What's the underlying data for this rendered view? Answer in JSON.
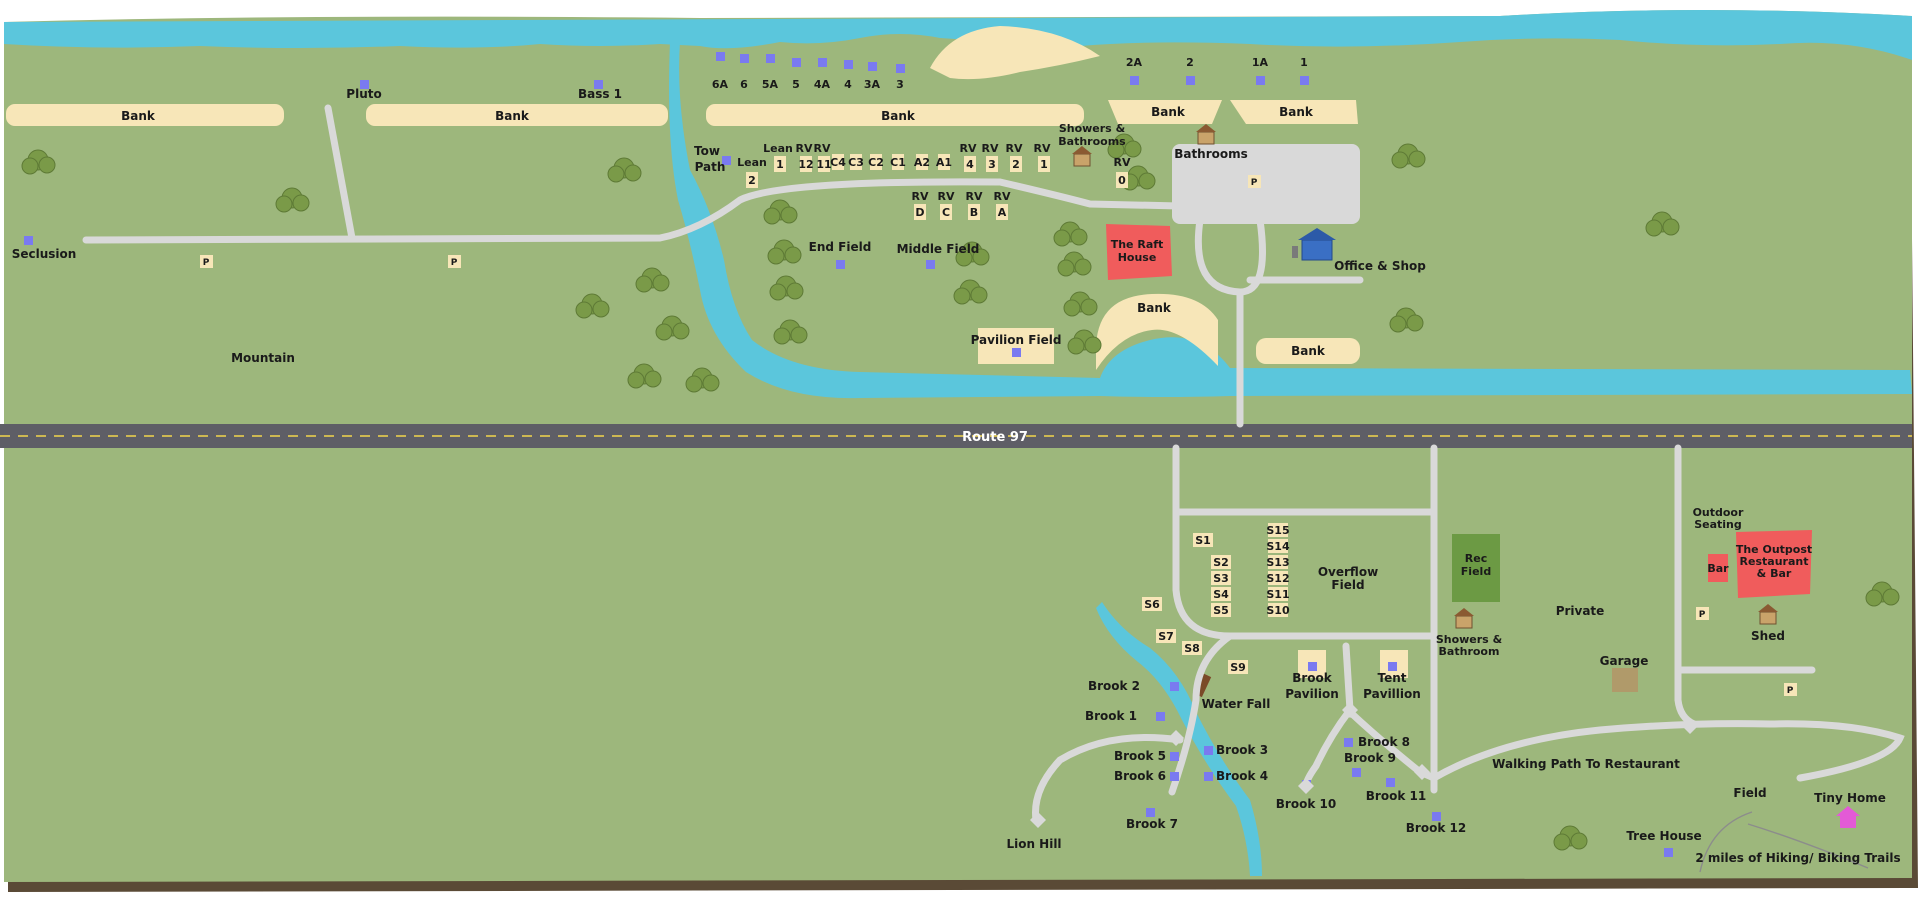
{
  "road": {
    "name": "Route 97"
  },
  "colors": {
    "grass": "#9db77c",
    "water": "#5bc6dc",
    "sand": "#f7e6b8",
    "path": "#d9d9d9",
    "road": "#5e5e66",
    "building_red": "#f05c5c",
    "site_marker": "#7a7af0",
    "tree": "#7a9a48",
    "edge": "#5a4a36"
  },
  "banks": [
    {
      "label": "Bank"
    },
    {
      "label": "Bank"
    },
    {
      "label": "Bank"
    },
    {
      "label": "Bank"
    },
    {
      "label": "Bank"
    },
    {
      "label": "Bank"
    },
    {
      "label": "Bank"
    }
  ],
  "areas": [
    {
      "label": "Mountain"
    },
    {
      "label": "Seclusion"
    },
    {
      "label": "Pluto"
    },
    {
      "label": "Bass 1"
    },
    {
      "label": "Tow"
    },
    {
      "label": "Path"
    },
    {
      "label": "End Field"
    },
    {
      "label": "Middle Field"
    },
    {
      "label": "Pavilion Field"
    },
    {
      "label": "Showers &"
    },
    {
      "label": "Bathrooms"
    },
    {
      "label": "Bathrooms"
    },
    {
      "label": "Office & Shop"
    },
    {
      "label": "Overflow"
    },
    {
      "label": "Field"
    },
    {
      "label": "Showers &"
    },
    {
      "label": "Bathroom"
    },
    {
      "label": "Private"
    },
    {
      "label": "Outdoor"
    },
    {
      "label": "Seating"
    },
    {
      "label": "Shed"
    },
    {
      "label": "Garage"
    },
    {
      "label": "Walking Path To Restaurant"
    },
    {
      "label": "Field"
    },
    {
      "label": "Tiny Home"
    },
    {
      "label": "Tree House"
    },
    {
      "label": "2 miles of Hiking/ Biking Trails"
    },
    {
      "label": "Water Fall"
    },
    {
      "label": "Brook"
    },
    {
      "label": "Pavilion"
    },
    {
      "label": "Tent"
    },
    {
      "label": "Pavillion"
    },
    {
      "label": "Lion Hill"
    }
  ],
  "river_sites": [
    {
      "label": "6A"
    },
    {
      "label": "6"
    },
    {
      "label": "5A"
    },
    {
      "label": "5"
    },
    {
      "label": "4A"
    },
    {
      "label": "4"
    },
    {
      "label": "3A"
    },
    {
      "label": "3"
    },
    {
      "label": "2A"
    },
    {
      "label": "2"
    },
    {
      "label": "1A"
    },
    {
      "label": "1"
    }
  ],
  "rv_sites": [
    {
      "label": "Lean"
    },
    {
      "label": "2"
    },
    {
      "label": "Lean"
    },
    {
      "label": "1"
    },
    {
      "label": "RV"
    },
    {
      "label": "12"
    },
    {
      "label": "RV"
    },
    {
      "label": "11"
    },
    {
      "label": "C4"
    },
    {
      "label": "C3"
    },
    {
      "label": "C2"
    },
    {
      "label": "C1"
    },
    {
      "label": "A2"
    },
    {
      "label": "A1"
    },
    {
      "label": "RV"
    },
    {
      "label": "4"
    },
    {
      "label": "RV"
    },
    {
      "label": "3"
    },
    {
      "label": "RV"
    },
    {
      "label": "2"
    },
    {
      "label": "RV"
    },
    {
      "label": "1"
    },
    {
      "label": "RV"
    },
    {
      "label": "0"
    },
    {
      "label": "RV"
    },
    {
      "label": "D"
    },
    {
      "label": "RV"
    },
    {
      "label": "C"
    },
    {
      "label": "RV"
    },
    {
      "label": "B"
    },
    {
      "label": "RV"
    },
    {
      "label": "A"
    }
  ],
  "s_sites": [
    {
      "label": "S1"
    },
    {
      "label": "S2"
    },
    {
      "label": "S3"
    },
    {
      "label": "S4"
    },
    {
      "label": "S5"
    },
    {
      "label": "S6"
    },
    {
      "label": "S7"
    },
    {
      "label": "S8"
    },
    {
      "label": "S9"
    },
    {
      "label": "S10"
    },
    {
      "label": "S11"
    },
    {
      "label": "S12"
    },
    {
      "label": "S13"
    },
    {
      "label": "S14"
    },
    {
      "label": "S15"
    }
  ],
  "brook_sites": [
    {
      "label": "Brook 1"
    },
    {
      "label": "Brook 2"
    },
    {
      "label": "Brook 3"
    },
    {
      "label": "Brook 4"
    },
    {
      "label": "Brook 5"
    },
    {
      "label": "Brook 6"
    },
    {
      "label": "Brook 7"
    },
    {
      "label": "Brook 8"
    },
    {
      "label": "Brook 9"
    },
    {
      "label": "Brook 10"
    },
    {
      "label": "Brook 11"
    },
    {
      "label": "Brook 12"
    }
  ],
  "buildings": {
    "raft_house": [
      "The Raft",
      "House"
    ],
    "outpost": [
      "The Outpost",
      "Restaurant",
      "& Bar"
    ],
    "bar": "Bar",
    "rec_field": [
      "Rec",
      "Field"
    ]
  },
  "parking": [
    {
      "label": "P"
    },
    {
      "label": "P"
    },
    {
      "label": "P"
    },
    {
      "label": "P"
    },
    {
      "label": "P"
    }
  ]
}
